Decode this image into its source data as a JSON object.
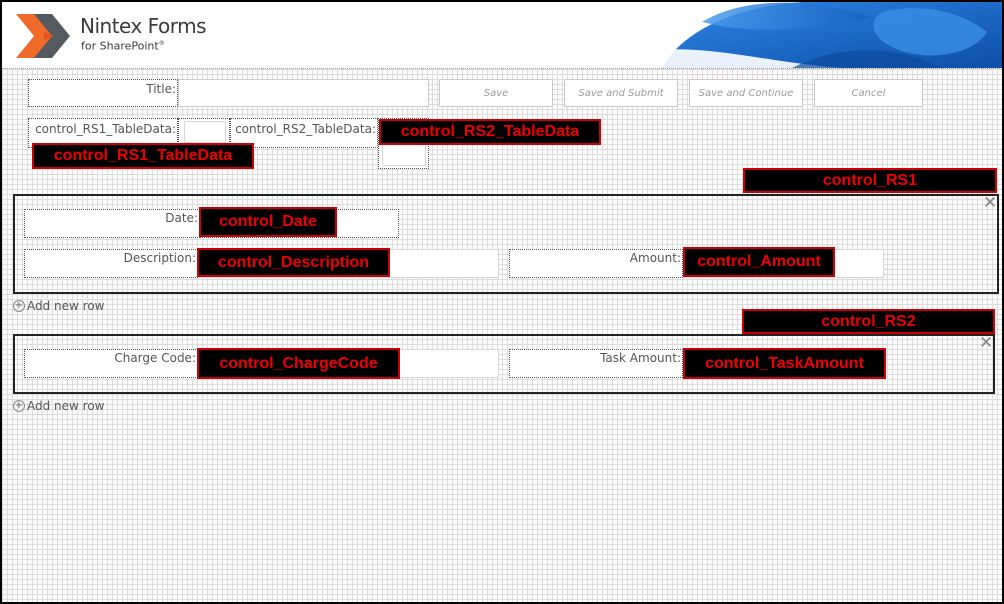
{
  "header": {
    "brand_line1": "Nintex Forms",
    "brand_sup": "®",
    "brand_line2": "for SharePoint",
    "brand_sup2": "®"
  },
  "toolbar": {
    "title_label": "Title",
    "save": "Save",
    "save_submit": "Save and Submit",
    "save_continue": "Save and Continue",
    "cancel": "Cancel"
  },
  "table_data": {
    "rs1_label": "control_RS1_TableData",
    "rs2_label": "control_RS2_TableData"
  },
  "tags": {
    "rs1_tabledata": "control_RS1_TableData",
    "rs2_tabledata": "control_RS2_TableData",
    "rs1": "control_RS1",
    "rs2": "control_RS2",
    "date": "control_Date",
    "description": "control_Description",
    "amount": "control_Amount",
    "charge_code": "control_ChargeCode",
    "task_amount": "control_TaskAmount"
  },
  "rs1": {
    "date_label": "Date",
    "description_label": "Description",
    "amount_label": "Amount",
    "add_row": "Add new row",
    "remove_icon": "close-icon"
  },
  "rs2": {
    "charge_code_label": "Charge Code",
    "task_amount_label": "Task Amount",
    "add_row": "Add new row",
    "remove_icon": "close-icon"
  },
  "colors": {
    "tag_bg": "#000000",
    "tag_border": "#cc0000",
    "tag_text": "#ee0000",
    "banner_blue": "#1a6fd0"
  }
}
